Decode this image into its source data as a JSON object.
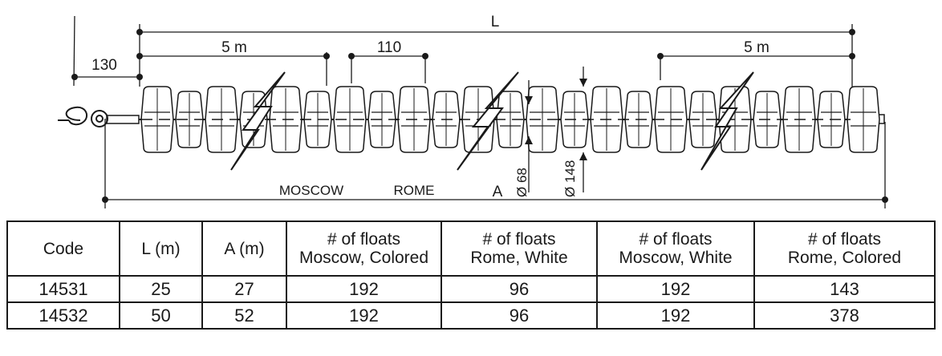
{
  "drawing": {
    "labels": {
      "total_length": "L",
      "overall_length": "A",
      "end_offset": "130",
      "colored_section_left": "5 m",
      "colored_section_right": "5 m",
      "float_pitch": "110",
      "moscow_float": "MOSCOW",
      "rome_float": "ROME",
      "small_diameter": "Ø 68",
      "large_diameter": "Ø 148"
    }
  },
  "table": {
    "headers": [
      {
        "line1": "Code",
        "line2": ""
      },
      {
        "line1": "L (m)",
        "line2": ""
      },
      {
        "line1": "A (m)",
        "line2": ""
      },
      {
        "line1": "# of floats",
        "line2": "Moscow, Colored"
      },
      {
        "line1": "# of floats",
        "line2": "Rome, White"
      },
      {
        "line1": "# of floats",
        "line2": "Moscow, White"
      },
      {
        "line1": "# of floats",
        "line2": "Rome, Colored"
      }
    ],
    "rows": [
      [
        "14531",
        "25",
        "27",
        "192",
        "96",
        "192",
        "143"
      ],
      [
        "14532",
        "50",
        "52",
        "192",
        "96",
        "192",
        "378"
      ]
    ]
  },
  "colors": {
    "ink": "#1a1a1a",
    "background": "#ffffff"
  }
}
